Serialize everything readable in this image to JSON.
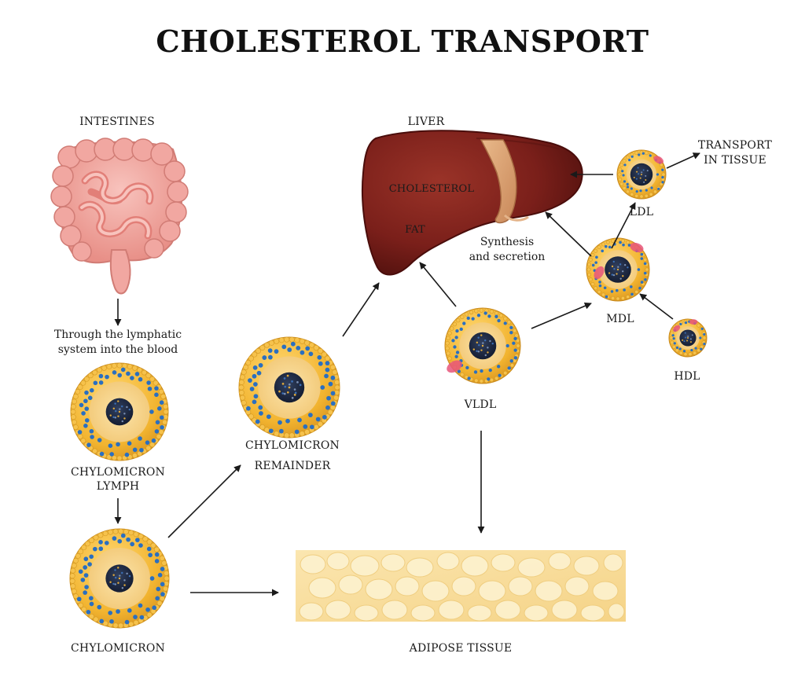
{
  "title": "CHOLESTEROL TRANSPORT",
  "labels": {
    "intestines": "INTESTINES",
    "lymphatic_1": "Through the lymphatic",
    "lymphatic_2": "system into the blood",
    "chylomicron_lymph_1": "CHYLOMICRON",
    "chylomicron_lymph_2": "LYMPH",
    "chylomicron": "CHYLOMICRON",
    "remainder_1": "CHYLOMICRON",
    "remainder_2": "REMAINDER",
    "liver": "LIVER",
    "cholesterol": "CHOLESTEROL",
    "fat": "FAT",
    "synthesis_1": "Synthesis",
    "synthesis_2": "and secretion",
    "vldl": "VLDL",
    "mdl": "MDL",
    "ldl": "LDL",
    "hdl": "HDL",
    "transport_1": "TRANSPORT",
    "transport_2": "IN TISSUE",
    "adipose": "ADIPOSE TISSUE"
  },
  "colors": {
    "title": "#111111",
    "arrow": "#1a1a1a",
    "particle_shell": "#f1b431",
    "particle_core": "#1d2640",
    "particle_blue": "#2a6fc0",
    "liver": "#7a1f1a",
    "intestine": "#f1a7a1",
    "adipose": "#f9dfa1"
  }
}
